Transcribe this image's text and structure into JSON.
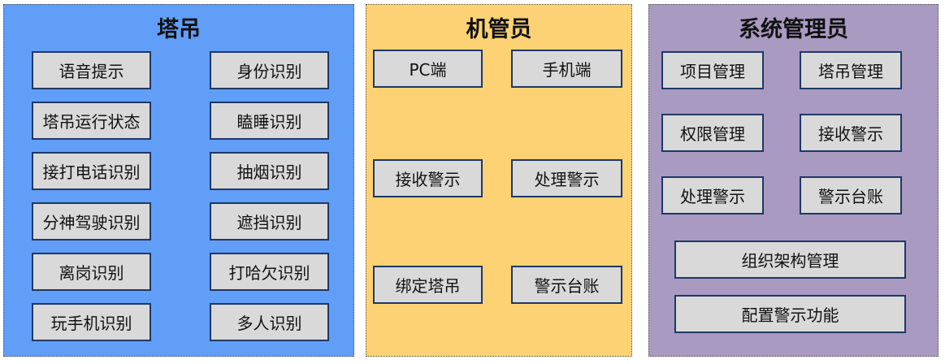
{
  "colors": {
    "tower_crane_panel": "#619ef8",
    "operator_panel": "#fdd275",
    "sysadmin_panel": "#a99ac1",
    "box_fill": "#d9d9d9",
    "box_border": "#1f3864"
  },
  "tower_crane": {
    "title": "塔吊",
    "items": [
      "语音提示",
      "身份识别",
      "塔吊运行状态",
      "瞌睡识别",
      "接打电话识别",
      "抽烟识别",
      "分神驾驶识别",
      "遮挡识别",
      "离岗识别",
      "打哈欠识别",
      "玩手机识别",
      "多人识别"
    ]
  },
  "operator": {
    "title": "机管员",
    "items": [
      "PC端",
      "手机端",
      "接收警示",
      "处理警示",
      "绑定塔吊",
      "警示台账"
    ]
  },
  "sysadmin": {
    "title": "系统管理员",
    "items": [
      "项目管理",
      "塔吊管理",
      "权限管理",
      "接收警示",
      "处理警示",
      "警示台账",
      "组织架构管理",
      "配置警示功能"
    ]
  }
}
